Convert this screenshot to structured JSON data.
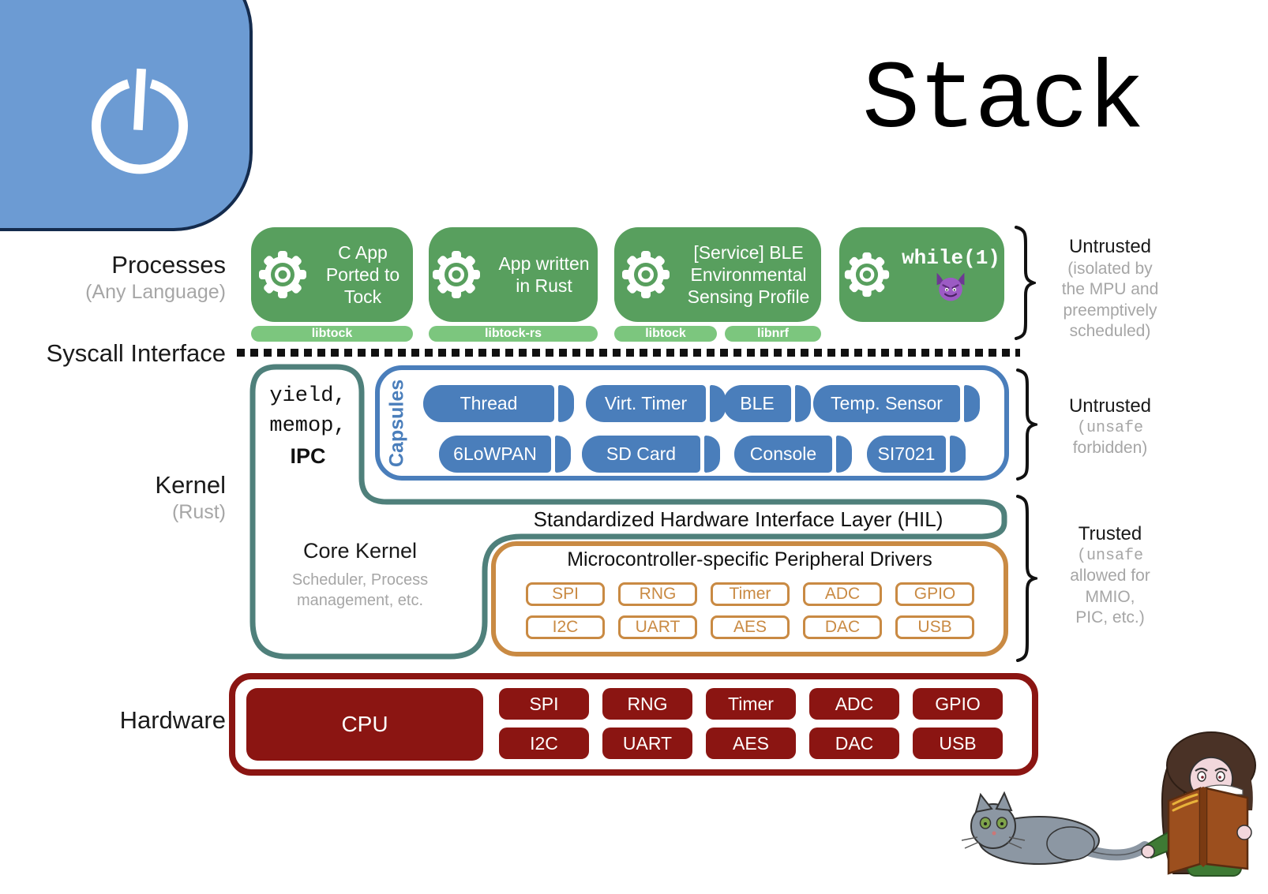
{
  "title": "Stack",
  "left_labels": {
    "processes": "Processes",
    "processes_sub": "(Any Language)",
    "syscall": "Syscall Interface",
    "kernel": "Kernel",
    "kernel_sub": "(Rust)",
    "hardware": "Hardware"
  },
  "processes": {
    "boxes": [
      {
        "title": "C App Ported to Tock"
      },
      {
        "title": "App written in Rust"
      },
      {
        "title": "[Service] BLE Environmental Sensing Profile"
      },
      {
        "title": "while(1)"
      }
    ],
    "lib_bars": [
      "libtock",
      "libtock-rs",
      "libtock",
      "libnrf"
    ]
  },
  "annotations": {
    "processes": {
      "title": "Untrusted",
      "lines": [
        "(isolated by",
        "the MPU and",
        "preemptively",
        "scheduled)"
      ]
    },
    "capsules": {
      "title": "Untrusted",
      "mono": "(unsafe",
      "lines": [
        "forbidden)"
      ]
    },
    "trusted": {
      "title": "Trusted",
      "mono": "(unsafe",
      "lines": [
        "allowed for",
        "MMIO,",
        "PIC, etc.)"
      ]
    }
  },
  "kernel": {
    "syscalls": [
      "yield,",
      "memop,",
      "IPC"
    ],
    "core_kernel": {
      "title": "Core Kernel",
      "sub1": "Scheduler, Process",
      "sub2": "management, etc."
    },
    "capsules_label": "Capsules",
    "capsules_row1": [
      "Thread",
      "Virt. Timer",
      "BLE",
      "Temp. Sensor"
    ],
    "capsules_row2": [
      "6LoWPAN",
      "SD Card",
      "Console",
      "SI7021"
    ],
    "hil": "Standardized Hardware Interface Layer (HIL)",
    "drivers": {
      "title": "Microcontroller-specific Peripheral Drivers",
      "row1": [
        "SPI",
        "RNG",
        "Timer",
        "ADC",
        "GPIO"
      ],
      "row2": [
        "I2C",
        "UART",
        "AES",
        "DAC",
        "USB"
      ]
    }
  },
  "hardware": {
    "cpu": "CPU",
    "row1": [
      "SPI",
      "RNG",
      "Timer",
      "ADC",
      "GPIO"
    ],
    "row2": [
      "I2C",
      "UART",
      "AES",
      "DAC",
      "USB"
    ]
  },
  "colors": {
    "process_green": "#589F5E",
    "lib_light_green": "#7CC67E",
    "capsule_blue": "#4A7EBB",
    "kernel_teal": "#4F807B",
    "driver_orange": "#C98A43",
    "hardware_dark_red": "#8B1512",
    "logo_blue": "#6C9BD3",
    "gray_text": "#A6A6A6"
  }
}
